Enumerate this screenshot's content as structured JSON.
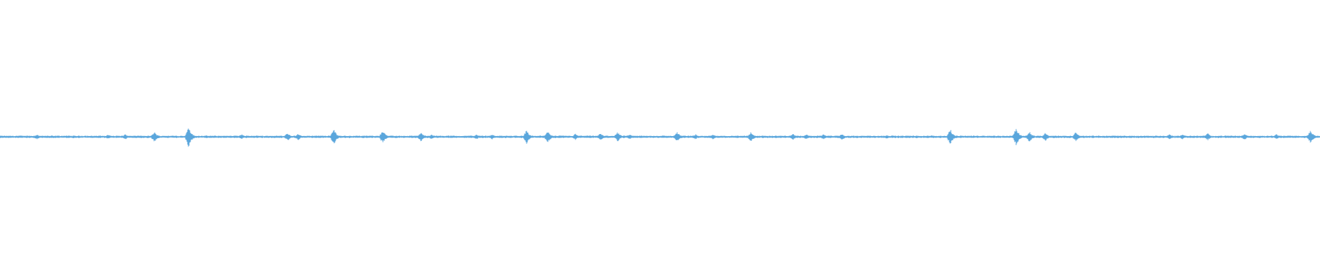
{
  "waveform": {
    "color": "#5aa6dc",
    "background": "#ffffff",
    "amplitude_scale": 1,
    "bursts": [
      {
        "t": 0.028,
        "a": 0.01
      },
      {
        "t": 0.082,
        "a": 0.008
      },
      {
        "t": 0.095,
        "a": 0.01
      },
      {
        "t": 0.117,
        "a": 0.02
      },
      {
        "t": 0.143,
        "a": 0.04
      },
      {
        "t": 0.183,
        "a": 0.01
      },
      {
        "t": 0.218,
        "a": 0.016
      },
      {
        "t": 0.226,
        "a": 0.012
      },
      {
        "t": 0.253,
        "a": 0.03
      },
      {
        "t": 0.29,
        "a": 0.026
      },
      {
        "t": 0.319,
        "a": 0.018
      },
      {
        "t": 0.327,
        "a": 0.01
      },
      {
        "t": 0.361,
        "a": 0.01
      },
      {
        "t": 0.373,
        "a": 0.01
      },
      {
        "t": 0.399,
        "a": 0.026
      },
      {
        "t": 0.415,
        "a": 0.024
      },
      {
        "t": 0.436,
        "a": 0.012
      },
      {
        "t": 0.455,
        "a": 0.014
      },
      {
        "t": 0.468,
        "a": 0.018
      },
      {
        "t": 0.477,
        "a": 0.01
      },
      {
        "t": 0.513,
        "a": 0.02
      },
      {
        "t": 0.527,
        "a": 0.01
      },
      {
        "t": 0.54,
        "a": 0.01
      },
      {
        "t": 0.569,
        "a": 0.018
      },
      {
        "t": 0.601,
        "a": 0.012
      },
      {
        "t": 0.611,
        "a": 0.01
      },
      {
        "t": 0.624,
        "a": 0.01
      },
      {
        "t": 0.638,
        "a": 0.012
      },
      {
        "t": 0.672,
        "a": 0.008
      },
      {
        "t": 0.72,
        "a": 0.03
      },
      {
        "t": 0.77,
        "a": 0.034
      },
      {
        "t": 0.78,
        "a": 0.02
      },
      {
        "t": 0.792,
        "a": 0.016
      },
      {
        "t": 0.815,
        "a": 0.018
      },
      {
        "t": 0.886,
        "a": 0.01
      },
      {
        "t": 0.896,
        "a": 0.01
      },
      {
        "t": 0.915,
        "a": 0.014
      },
      {
        "t": 0.943,
        "a": 0.012
      },
      {
        "t": 0.967,
        "a": 0.01
      },
      {
        "t": 0.993,
        "a": 0.024
      }
    ]
  }
}
